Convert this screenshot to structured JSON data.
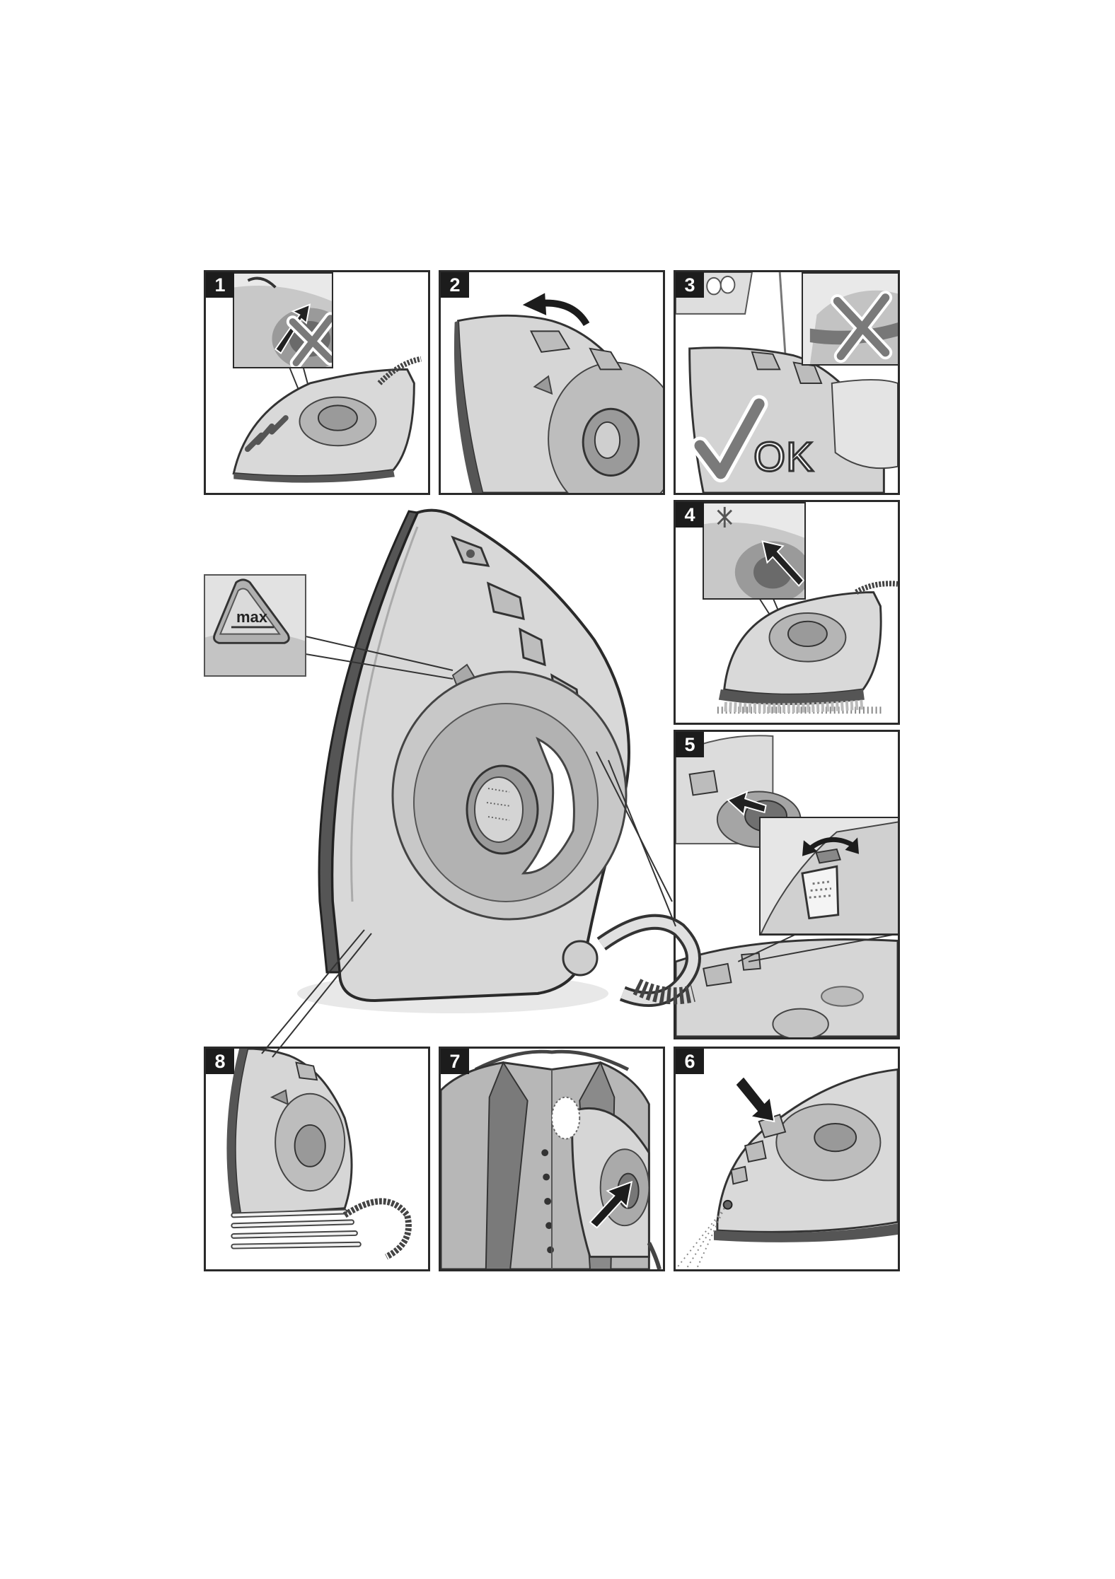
{
  "steps": {
    "s1": "1",
    "s2": "2",
    "s3": "3",
    "s4": "4",
    "s5": "5",
    "s6": "6",
    "s7": "7",
    "s8": "8"
  },
  "labels": {
    "ok": "OK",
    "max": "max"
  },
  "colors": {
    "frame": "#2a2a2a",
    "iron_light": "#d6d6d6",
    "iron_mid": "#a9a9a9",
    "iron_dark": "#6b6b6b",
    "badge": "#1c1c1c"
  },
  "icons": [
    "cross-mark-icon",
    "check-mark-icon",
    "arrow-icon",
    "curved-arrow-icon"
  ]
}
